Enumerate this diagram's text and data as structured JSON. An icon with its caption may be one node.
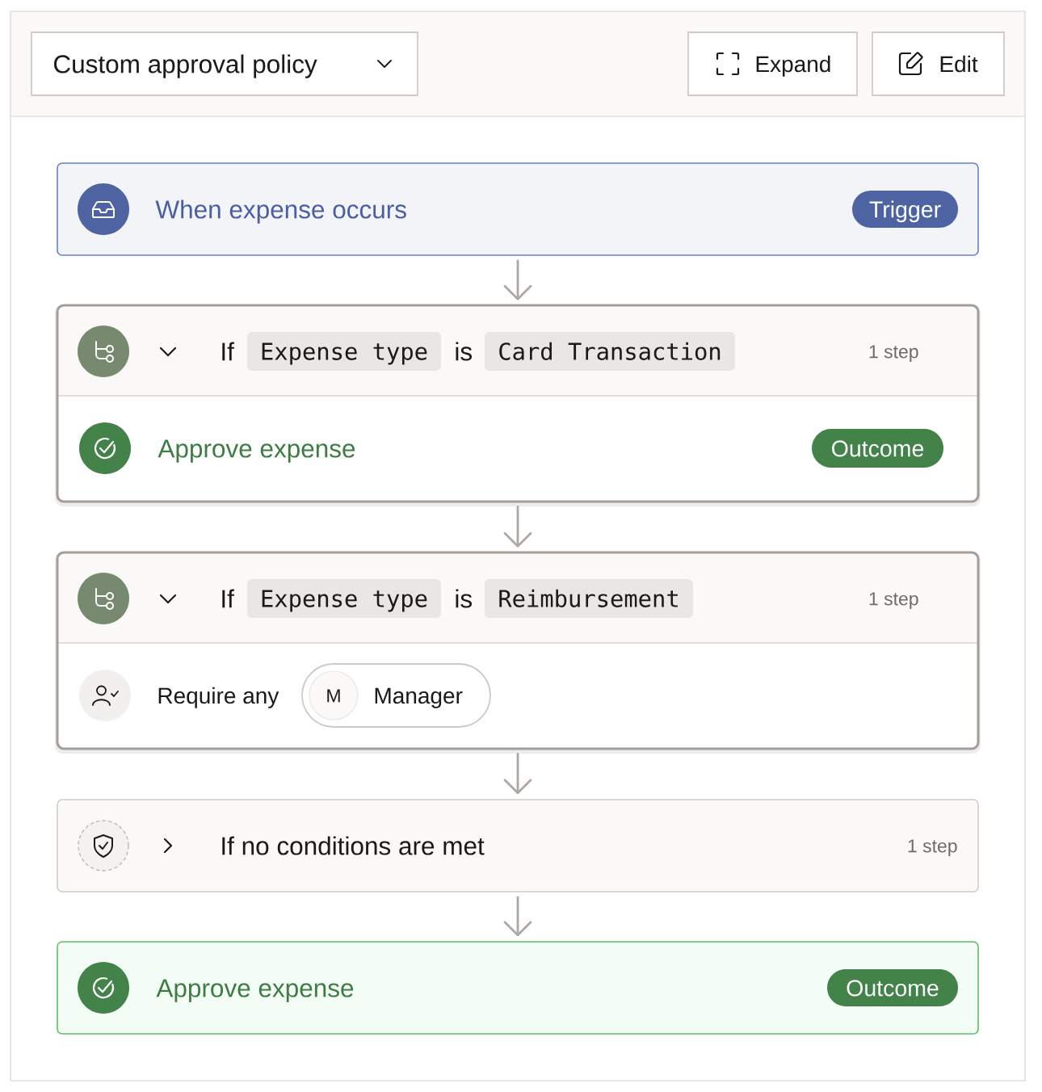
{
  "diagram": {
    "nodes": [
      {
        "text": [
          "Custom approval policy"
        ]
      },
      {
        "text": [
          "Expand"
        ]
      },
      {
        "text": [
          "Edit"
        ]
      },
      {
        "text": [
          "When expense occurs"
        ]
      },
      {
        "text": [
          "Trigger"
        ],
        "in": 3
      },
      {
        "text": [
          "If",
          "is",
          "1 step",
          "Approve expense"
        ]
      },
      {
        "text": [
          "Expense type"
        ],
        "in": 5
      },
      {
        "text": [
          "Card Transaction"
        ],
        "in": 5
      },
      {
        "text": [
          "Outcome"
        ],
        "in": 5
      },
      {
        "text": [
          "If",
          "is",
          "1 step",
          "Require any"
        ]
      },
      {
        "text": [
          "Expense type"
        ],
        "in": 9
      },
      {
        "text": [
          "Reimbursement"
        ],
        "in": 9
      },
      {
        "text": [
          "Manager"
        ],
        "in": 9
      },
      {
        "text": [
          "M"
        ],
        "in": 12
      },
      {
        "text": [
          "If no conditions are met",
          "1 step"
        ]
      },
      {
        "text": [
          "Approve expense"
        ]
      },
      {
        "text": [
          "Outcome"
        ],
        "in": 15
      }
    ],
    "edges": [
      {
        "from": 3,
        "to": 5,
        "arrow": "to"
      },
      {
        "from": 5,
        "to": 9,
        "arrow": "to"
      },
      {
        "from": 9,
        "to": 14,
        "arrow": "to"
      },
      {
        "from": 14,
        "to": 15,
        "arrow": "to"
      }
    ]
  }
}
